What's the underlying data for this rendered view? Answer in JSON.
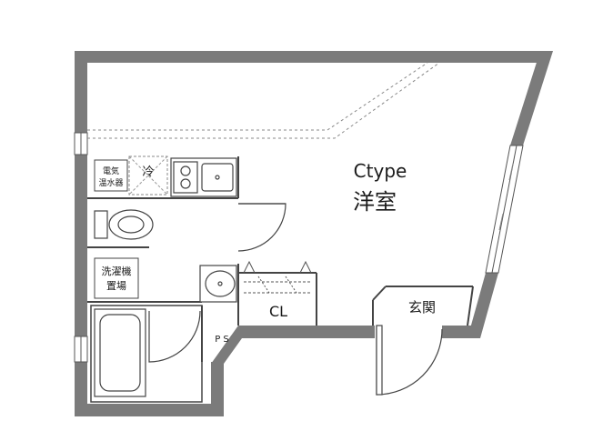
{
  "plan": {
    "type_label": "Ctype",
    "room_label": "洋室",
    "closet_label": "CL",
    "entrance_label": "玄関",
    "water_heater_label_line1": "電気",
    "water_heater_label_line2": "温水器",
    "washer_label_line1": "洗濯機",
    "washer_label_line2": "置場",
    "fridge_label": "冷",
    "pipe_space_label": "P S"
  },
  "colors": {
    "wall": "#7b7b7b",
    "line": "#333333",
    "background": "#ffffff"
  }
}
